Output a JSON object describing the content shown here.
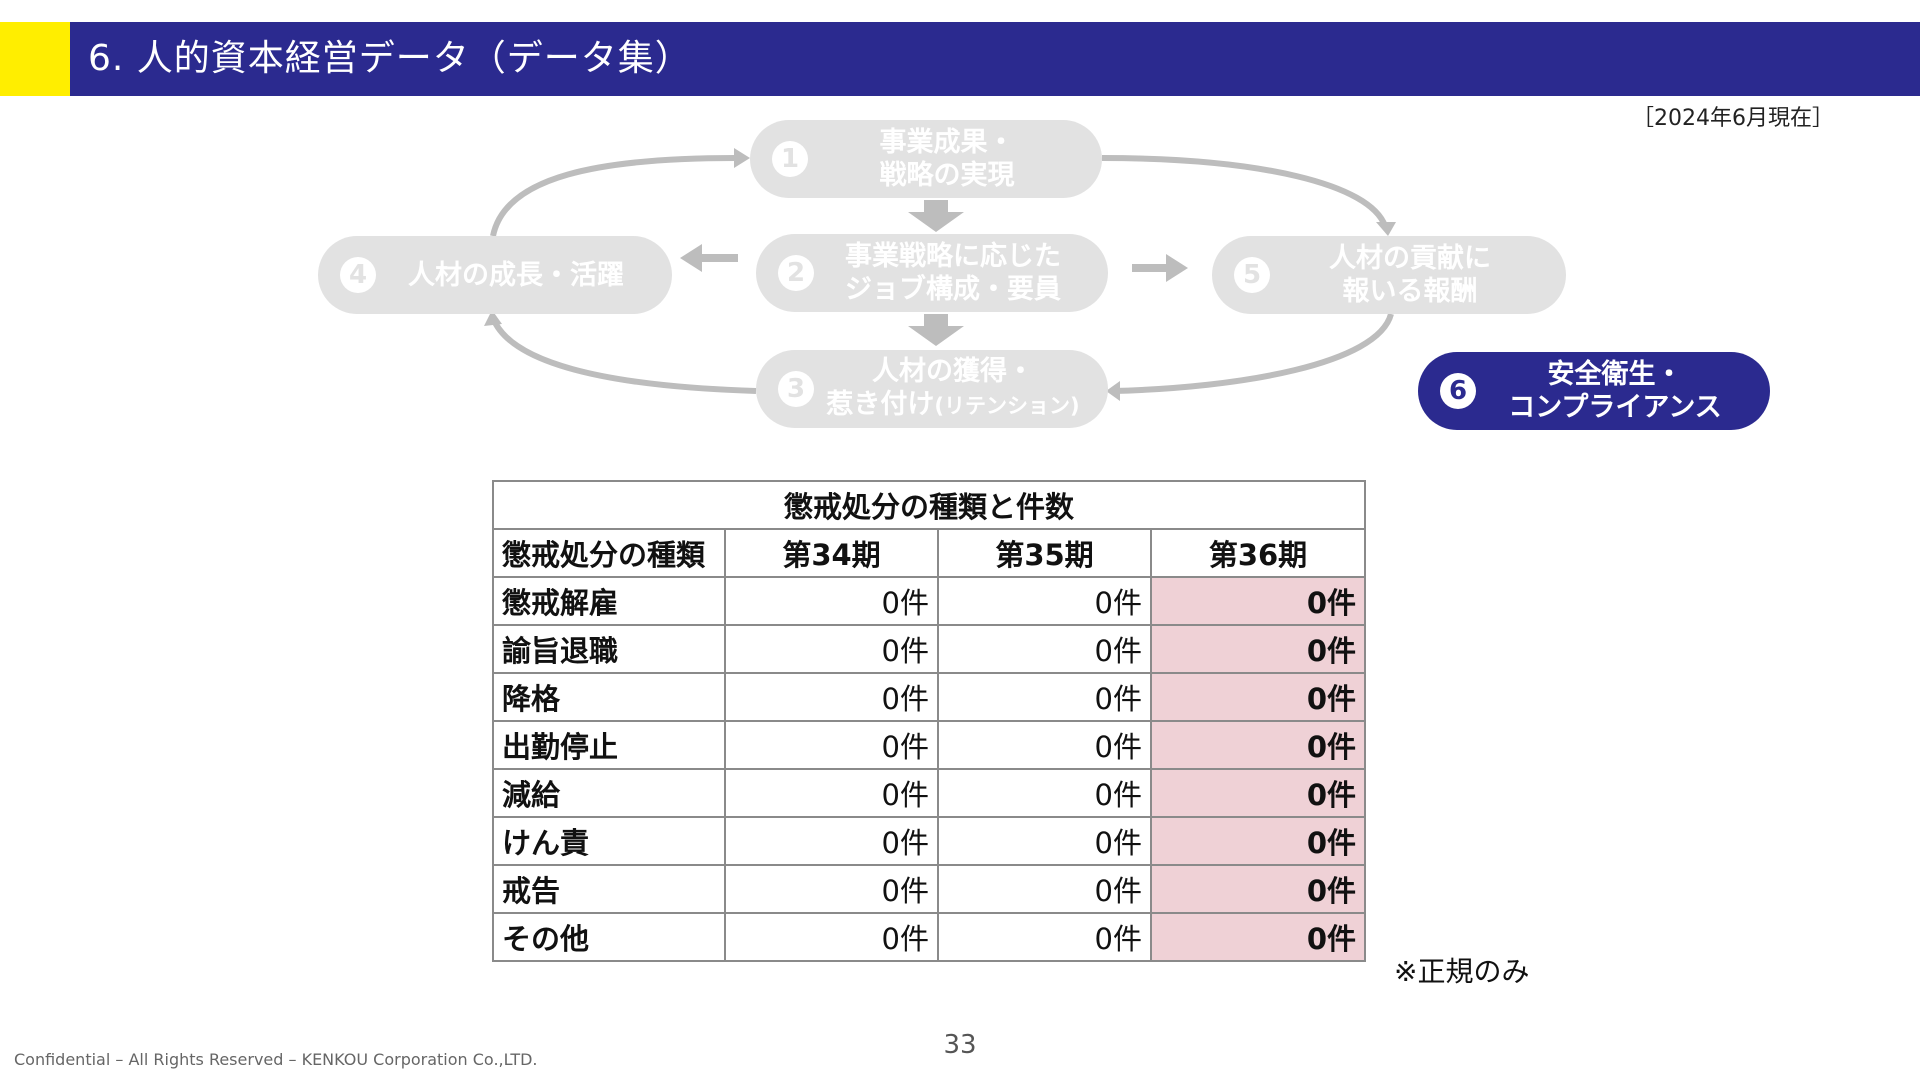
{
  "header": {
    "title": "6. 人的資本経営データ（データ集）"
  },
  "as_of": "［2024年6月現在］",
  "cycle": {
    "nodes": [
      {
        "num": "1",
        "lines": [
          "事業成果・",
          "戦略の実現"
        ]
      },
      {
        "num": "2",
        "lines": [
          "事業戦略に応じた",
          "ジョブ構成・要員"
        ]
      },
      {
        "num": "3",
        "lines": [
          "人材の獲得・",
          "惹き付け"
        ],
        "suffix": "(リテンション)"
      },
      {
        "num": "4",
        "lines": [
          "人材の成長・活躍"
        ]
      },
      {
        "num": "5",
        "lines": [
          "人材の貢献に",
          "報いる報酬"
        ]
      },
      {
        "num": "6",
        "lines": [
          "安全衛生・",
          "コンプライアンス"
        ],
        "active": true
      }
    ],
    "colors": {
      "inactive": "#e2e2e2",
      "active": "#2b2a8f",
      "arrow": "#bdbdbd"
    }
  },
  "table": {
    "caption": "懲戒処分の種類と件数",
    "columns": [
      "懲戒処分の種類",
      "第34期",
      "第35期",
      "第36期"
    ],
    "rows": [
      {
        "type": "懲戒解雇",
        "p34": "0件",
        "p35": "0件",
        "p36": "0件"
      },
      {
        "type": "諭旨退職",
        "p34": "0件",
        "p35": "0件",
        "p36": "0件"
      },
      {
        "type": "降格",
        "p34": "0件",
        "p35": "0件",
        "p36": "0件"
      },
      {
        "type": "出勤停止",
        "p34": "0件",
        "p35": "0件",
        "p36": "0件"
      },
      {
        "type": "減給",
        "p34": "0件",
        "p35": "0件",
        "p36": "0件"
      },
      {
        "type": "けん責",
        "p34": "0件",
        "p35": "0件",
        "p36": "0件"
      },
      {
        "type": "戒告",
        "p34": "0件",
        "p35": "0件",
        "p36": "0件"
      },
      {
        "type": "その他",
        "p34": "0件",
        "p35": "0件",
        "p36": "0件"
      }
    ],
    "highlight_color": "#efd1d6"
  },
  "footnote": "※正規のみ",
  "page_number": "33",
  "copyright": "Confidential – All Rights Reserved – KENKOU Corporation Co.,LTD.",
  "colors": {
    "brand": "#2b2a8f",
    "accent": "#ffee00"
  }
}
